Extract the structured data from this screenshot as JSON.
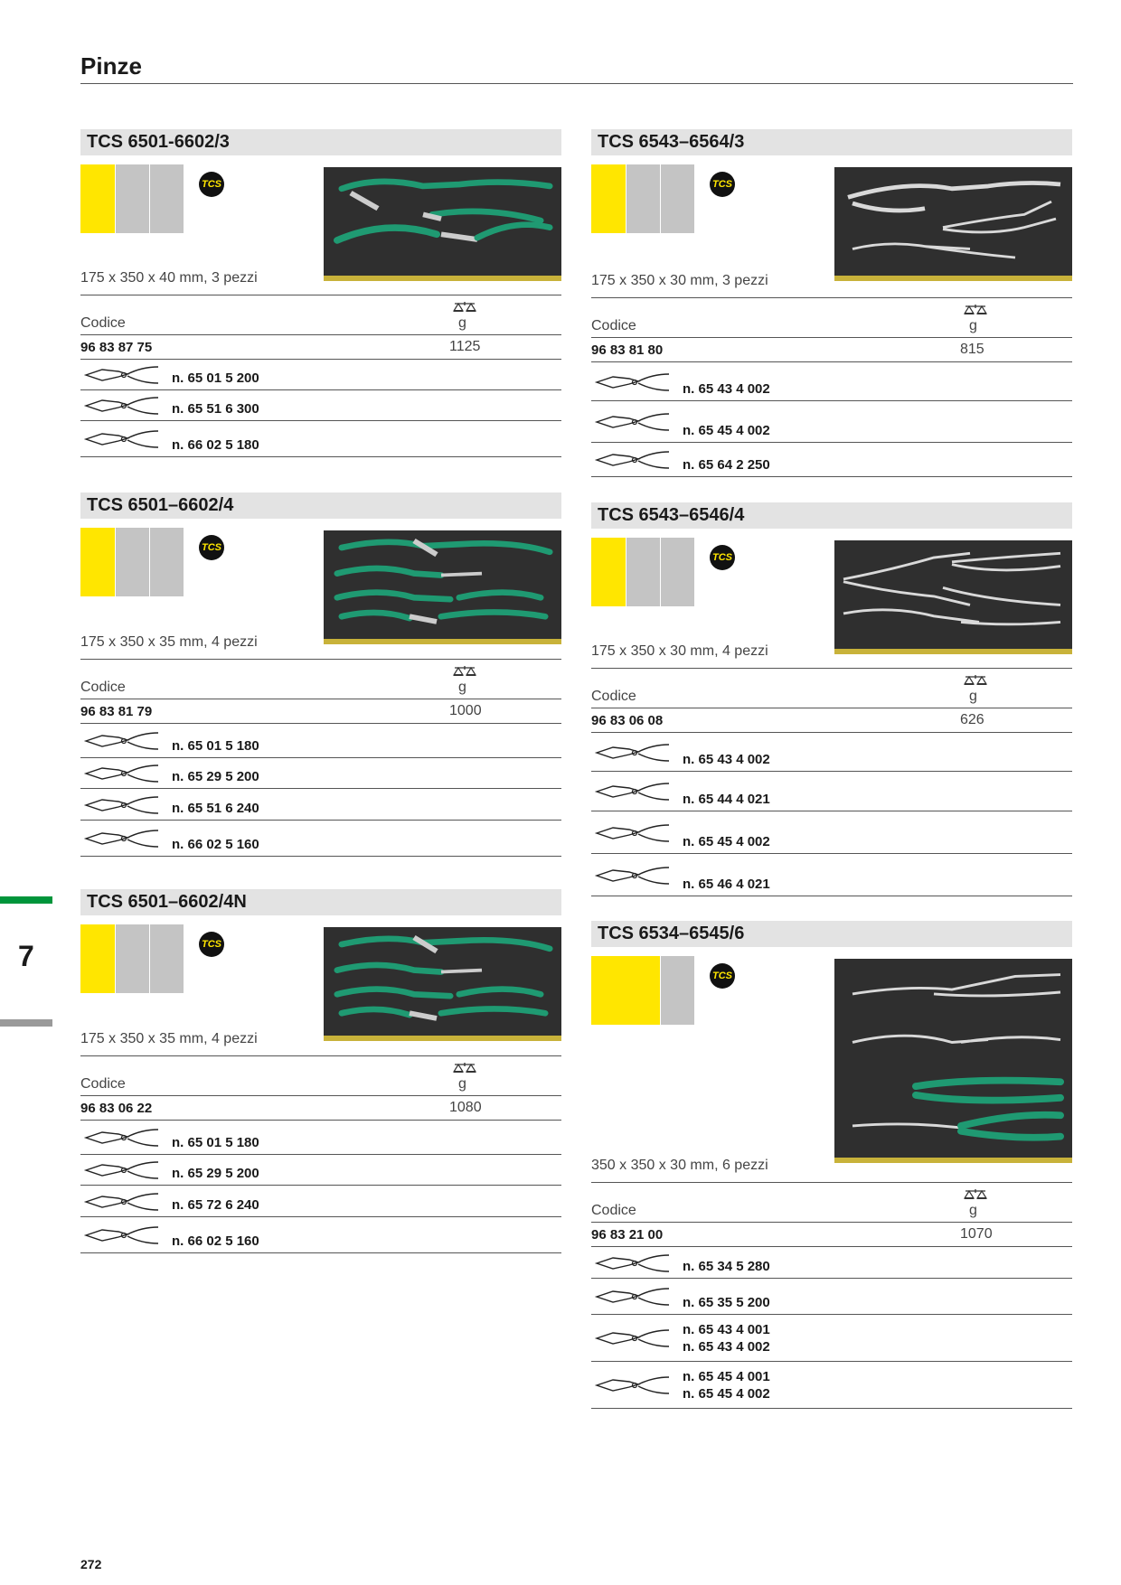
{
  "page": {
    "title": "Pinze",
    "chapter": "7",
    "number": "272"
  },
  "badge": "TCS",
  "codice_label": "Codice",
  "weight_unit": "g",
  "blocks": [
    {
      "title": "TCS 6501-6602/3",
      "size": "175 x 350 x 40 mm, 3 pezzi",
      "code": "96 83 87 75",
      "weight": "1125",
      "items": [
        "n. 65 01 5 200",
        "n. 65 51 6 300",
        "n. 66 02 5 180"
      ]
    },
    {
      "title": "TCS 6501–6602/4",
      "size": "175 x 350 x 35 mm, 4 pezzi",
      "code": "96 83 81 79",
      "weight": "1000",
      "items": [
        "n. 65 01 5 180",
        "n. 65 29 5 200",
        "n. 65 51 6 240",
        "n. 66 02 5 160"
      ]
    },
    {
      "title": "TCS 6501–6602/4N",
      "size": "175 x 350 x 35 mm, 4 pezzi",
      "code": "96 83 06 22",
      "weight": "1080",
      "items": [
        "n. 65 01 5 180",
        "n. 65 29 5 200",
        "n. 65 72 6 240",
        "n. 66 02 5 160"
      ]
    },
    {
      "title": "TCS 6543–6564/3",
      "size": "175 x 350 x 30 mm, 3 pezzi",
      "code": "96 83 81 80",
      "weight": "815",
      "items": [
        "n. 65 43 4 002",
        "n. 65 45 4 002",
        "n. 65 64 2 250"
      ]
    },
    {
      "title": "TCS 6543–6546/4",
      "size": "175 x 350 x 30 mm, 4 pezzi",
      "code": "96 83 06 08",
      "weight": "626",
      "items": [
        "n. 65 43 4 002",
        "n. 65 44 4 021",
        "n. 65 45 4 002",
        "n. 65 46 4 021"
      ]
    },
    {
      "title": "TCS 6534–6545/6",
      "size": "350 x 350 x 30 mm, 6 pezzi",
      "code": "96 83 21 00",
      "weight": "1070",
      "items": [
        "n. 65 34 5 280",
        "n. 65 35 5 200",
        "n. 65 43 4 001",
        "n. 65 43 4 002",
        "n. 65 45 4 001",
        "n. 65 45 4 002"
      ]
    }
  ]
}
